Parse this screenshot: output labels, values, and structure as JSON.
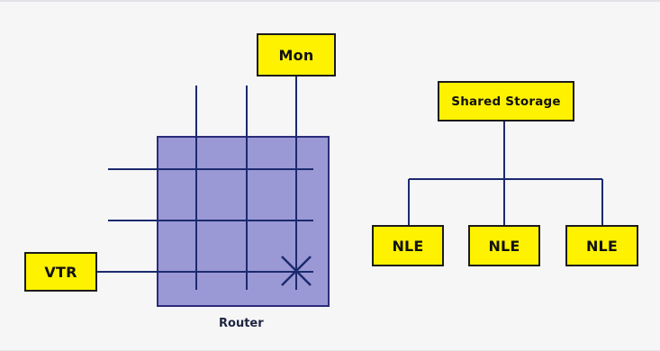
{
  "labels": {
    "mon": "Mon",
    "shared_storage": "Shared Storage",
    "vtr": "VTR",
    "router": "Router",
    "nle_1": "NLE",
    "nle_2": "NLE",
    "nle_3": "NLE"
  },
  "colors": {
    "box_fill": "#fff200",
    "box_border": "#1b1b1b",
    "line": "#1c2a6e",
    "router_fill": "#9b98d6",
    "router_border": "#2b2b7a",
    "background": "#f6f6f7"
  }
}
